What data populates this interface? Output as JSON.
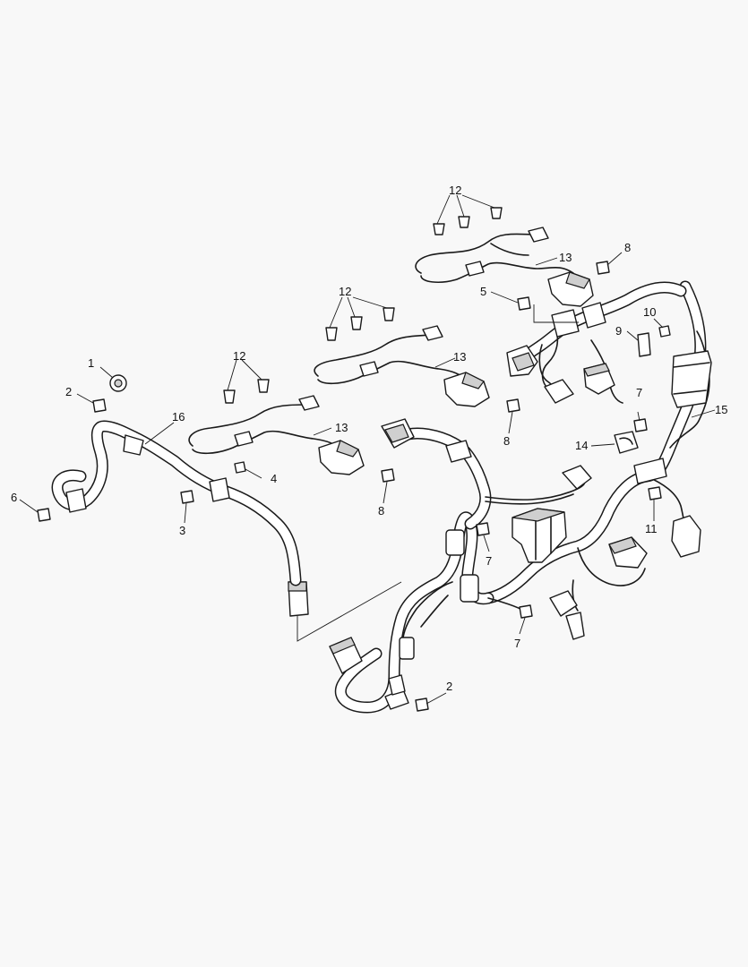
{
  "diagram": {
    "callouts": {
      "c1": "1",
      "c2a": "2",
      "c2b": "2",
      "c3": "3",
      "c4": "4",
      "c5": "5",
      "c6": "6",
      "c7a": "7",
      "c7b": "7",
      "c7c": "7",
      "c8a": "8",
      "c8b": "8",
      "c8c": "8",
      "c9": "9",
      "c10": "10",
      "c11": "11",
      "c12a": "12",
      "c12b": "12",
      "c12c": "12",
      "c13a": "13",
      "c13b": "13",
      "c13c": "13",
      "c14": "14",
      "c15": "15",
      "c16": "16"
    }
  }
}
